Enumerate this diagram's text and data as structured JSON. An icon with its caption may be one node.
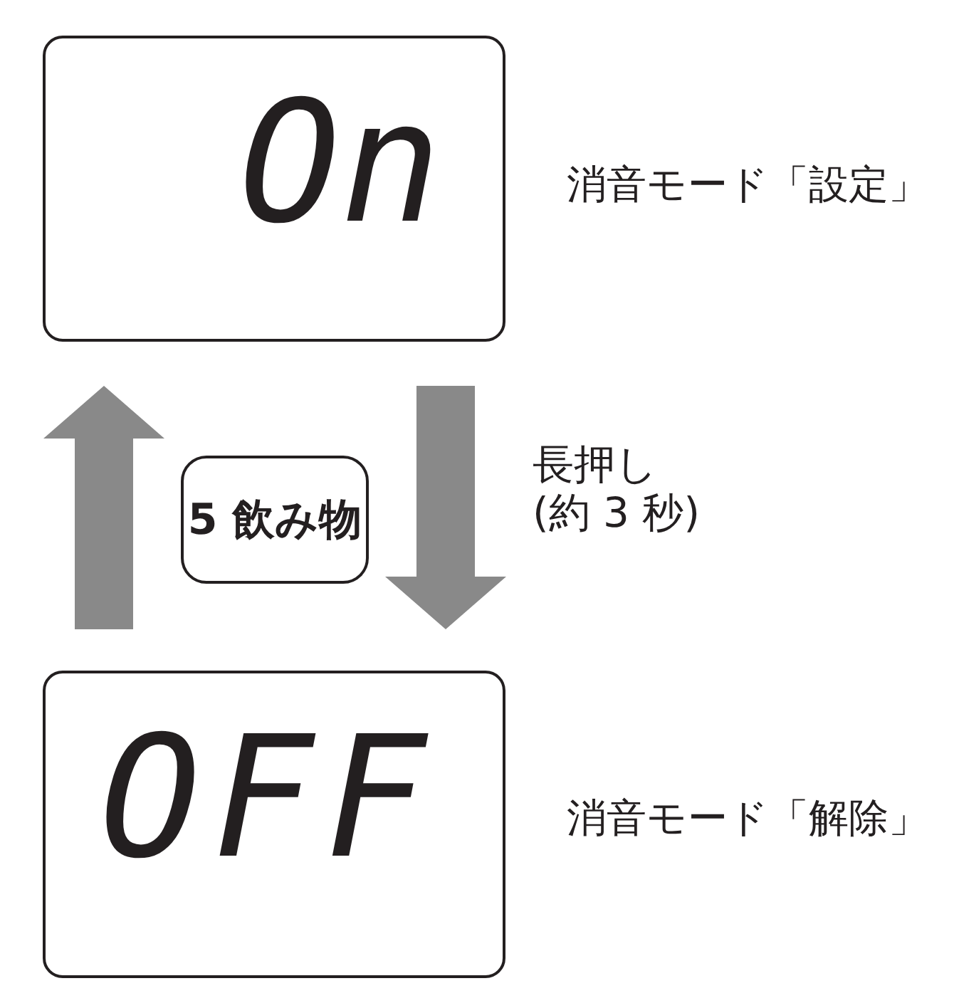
{
  "diagram": {
    "nodes": [
      {
        "text": [
          "On"
        ],
        "beside": [
          "消音モード「設定」"
        ]
      },
      {
        "text": [
          "5 飲み物"
        ]
      },
      {
        "text": [
          "OFF"
        ],
        "beside": [
          "消音モード「解除」"
        ]
      }
    ],
    "edges": [
      {
        "from": 2,
        "to": 0,
        "arrow": "to"
      },
      {
        "from": 0,
        "to": 2,
        "arrow": "to",
        "label": "長押し(約 3 秒)"
      }
    ]
  }
}
